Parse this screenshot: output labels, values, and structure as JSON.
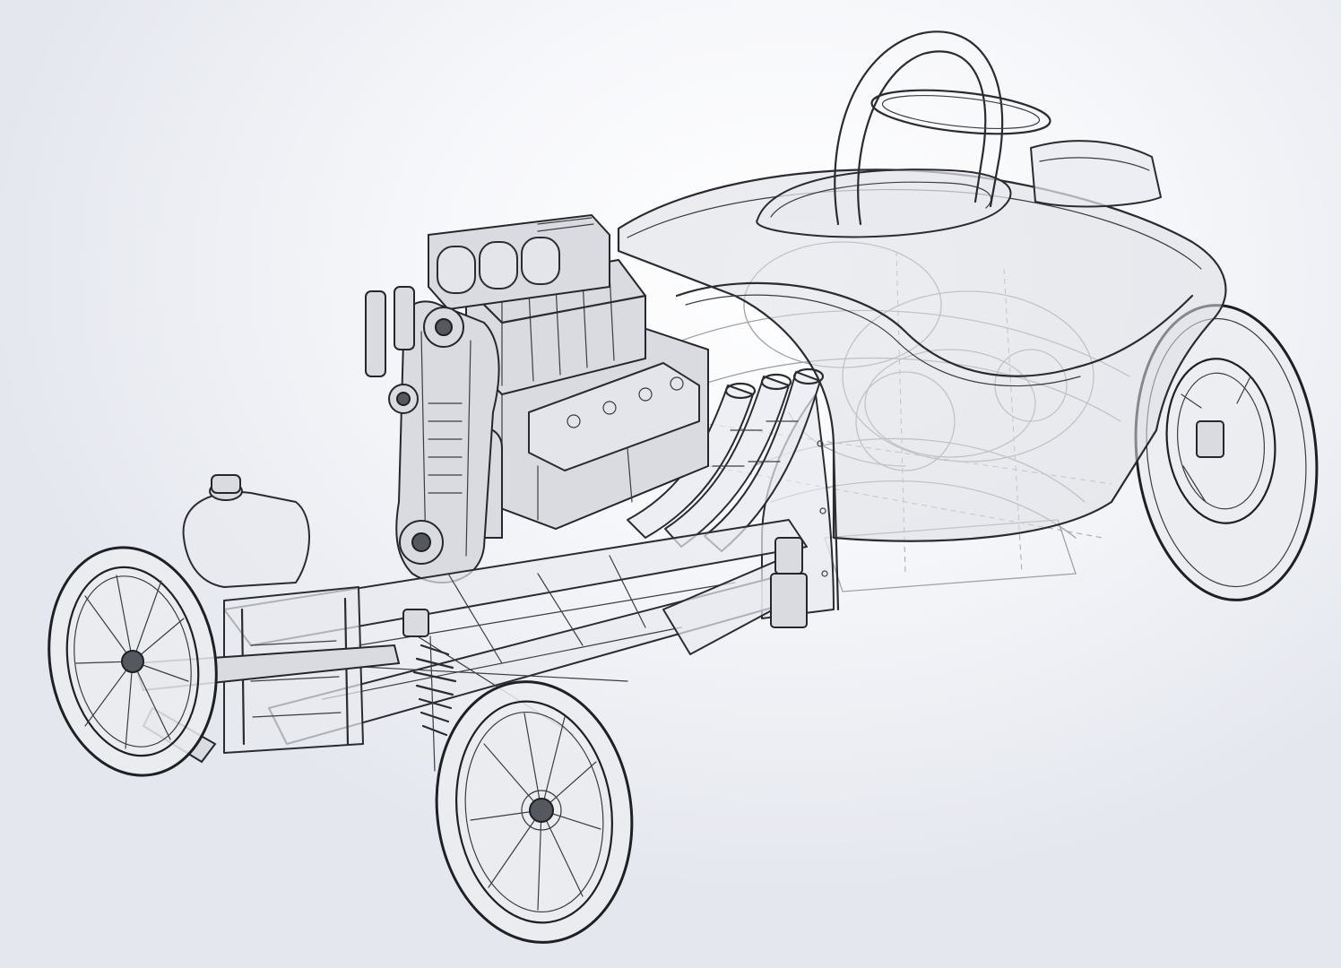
{
  "colors": {
    "ink": "#2a2c30",
    "ghost_line": "#9ea2a9",
    "background_center": "#ffffff",
    "background_edge": "#e4e7ee"
  },
  "parts": [
    "roll-bar",
    "body-shell",
    "seat-back",
    "fuel-tank",
    "supercharger",
    "air-scoop",
    "engine-block",
    "exhaust-headers",
    "front-left-wheel",
    "front-right-wheel",
    "rear-right-wheel",
    "front-axle",
    "coilover-shock",
    "chassis-frame",
    "radiator-tank"
  ]
}
